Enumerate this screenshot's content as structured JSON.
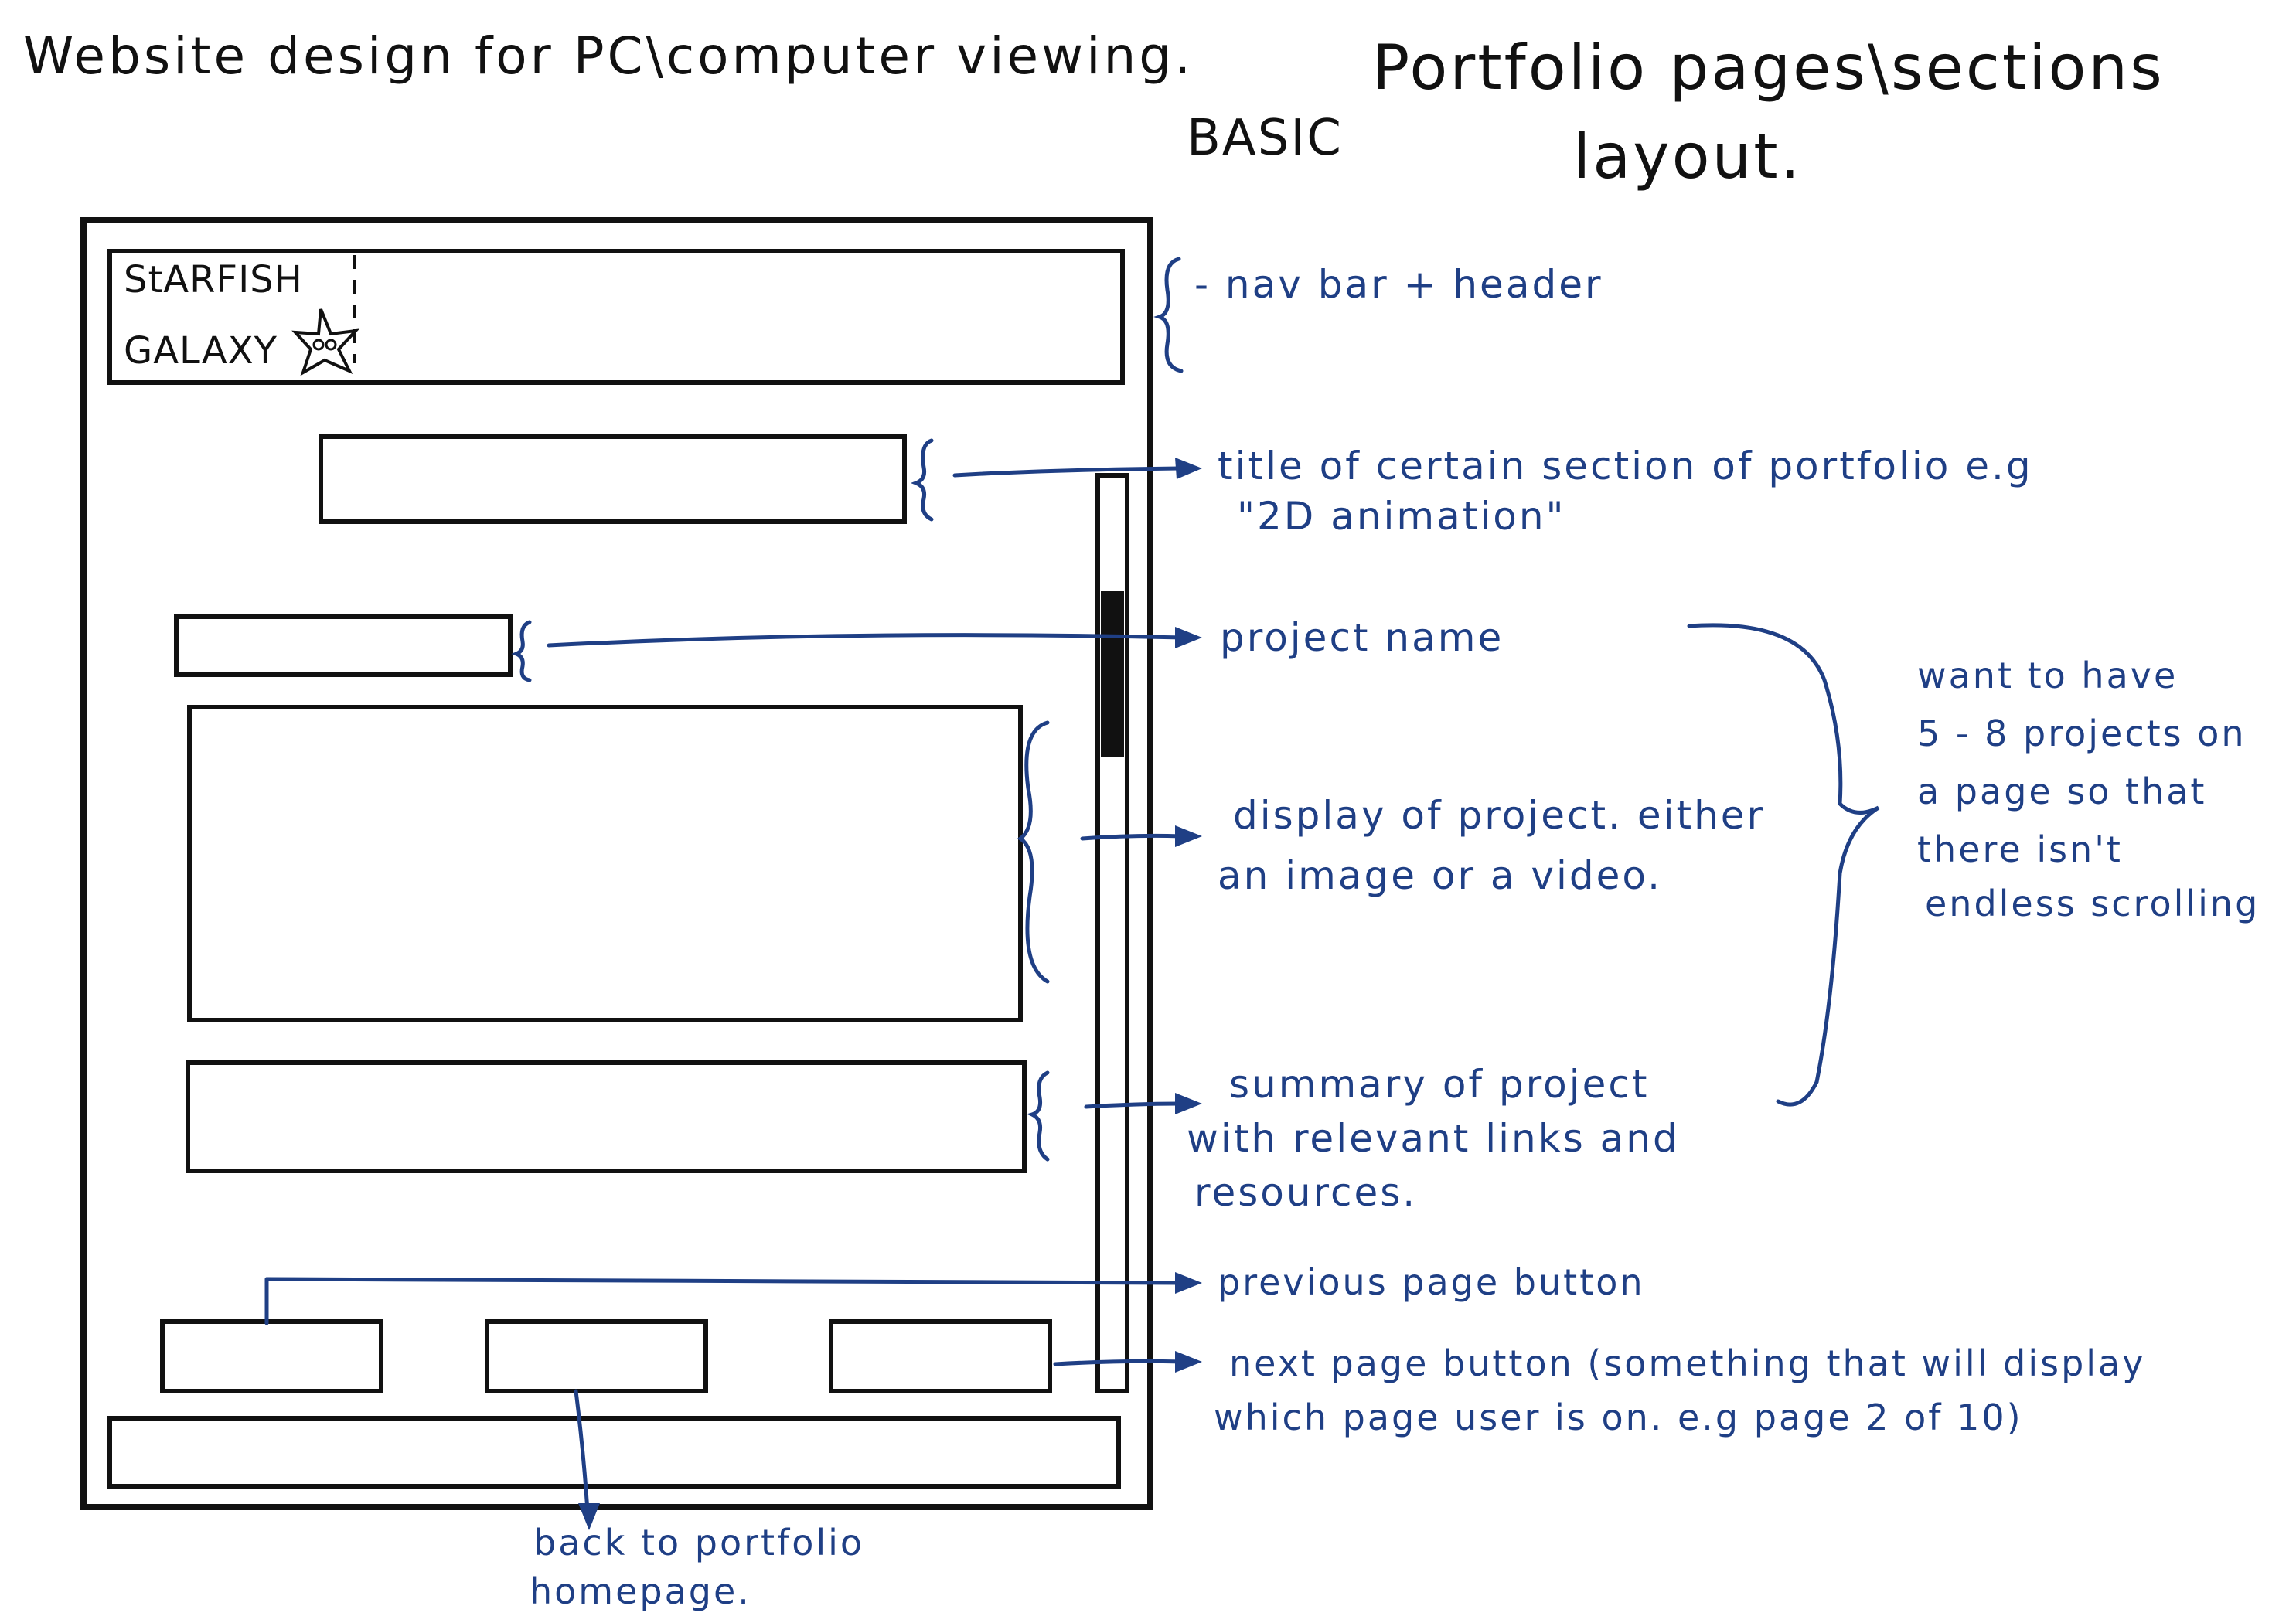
{
  "header_note": "Website design for PC\\computer viewing.",
  "heading": {
    "prefix": "BASIC",
    "line1": "Portfolio pages\\sections",
    "line2": "layout."
  },
  "logo": {
    "line1": "StARFISH",
    "line2": "GALAXY"
  },
  "annotations": {
    "nav": "- nav bar + header",
    "section_title_1": "title of certain section of portfolio e.g",
    "section_title_2": "\"2D animation\"",
    "project_name": "project name",
    "display_1": "display of project. either",
    "display_2": "an image or a video.",
    "summary_1": "summary of project",
    "summary_2": "with relevant links and",
    "summary_3": "resources.",
    "group_1": "want to have",
    "group_2": "5 - 8 projects on",
    "group_3": "a page so that",
    "group_4": "there isn't",
    "group_5": "endless scrolling",
    "prev_button": "previous page button",
    "next_1": "next page button (something that will display",
    "next_2": "which page user is on. e.g page 2 of 10)",
    "home_1": "back to portfolio",
    "home_2": "homepage."
  },
  "colors": {
    "ink": "#111111",
    "annotation_blue": "#1f3f85"
  }
}
